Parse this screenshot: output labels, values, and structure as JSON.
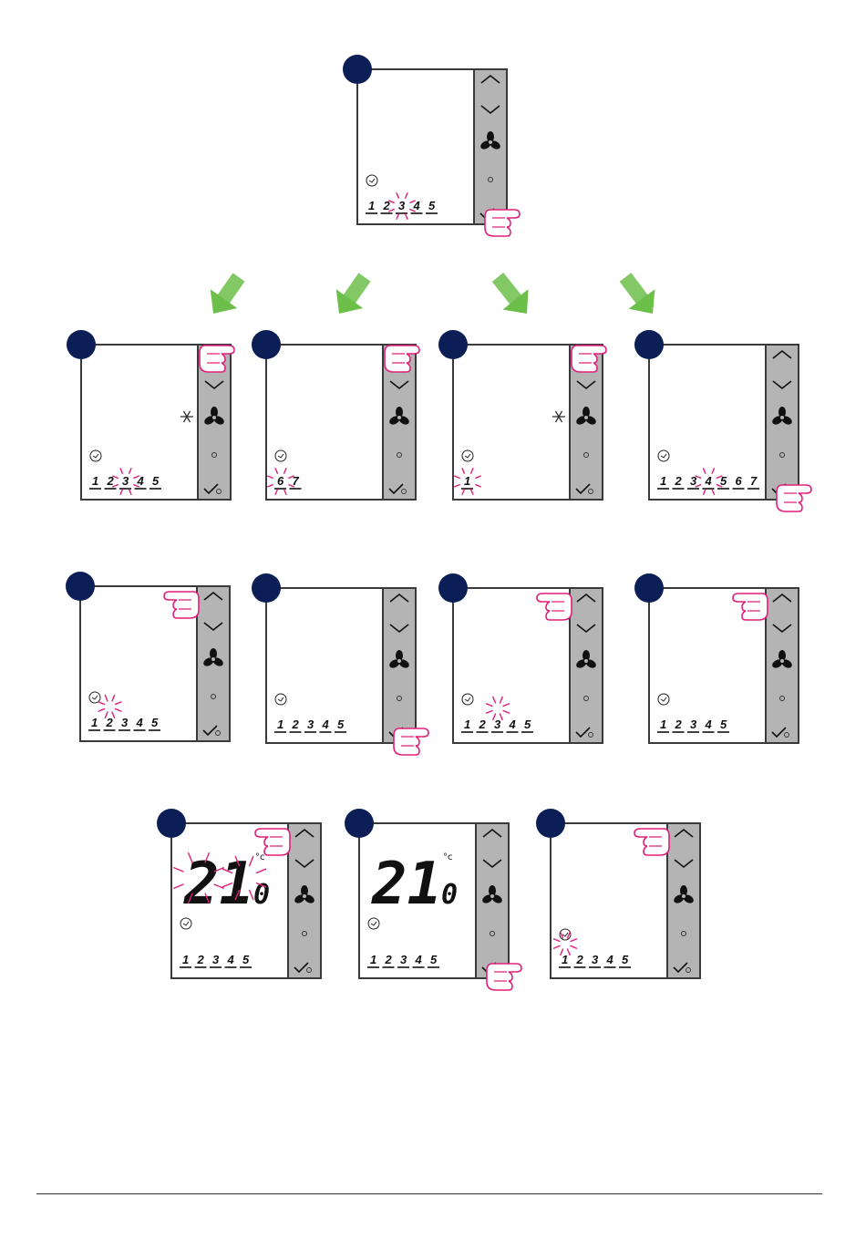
{
  "colors": {
    "panel_border": "#3a3a3a",
    "side_panel": "#b4b4b4",
    "step_badge": "#0b1f56",
    "blink": "#e0207a",
    "hand_stroke": "#e0207a",
    "arrow": "#6cc04a",
    "text": "#111111"
  },
  "icons": [
    "chevron-up-icon",
    "chevron-down-icon",
    "fan-icon",
    "small-circle-icon",
    "check-power-icon",
    "clock-icon",
    "snowflake-icon",
    "hand-pointer-icon",
    "green-arrow-icon"
  ],
  "devices": [
    {
      "id": "a",
      "days": [
        "1",
        "2",
        "3",
        "4",
        "5"
      ],
      "day_underlines": [
        true,
        true,
        true,
        true,
        true
      ],
      "blink_day_index": 2,
      "show_clock": true,
      "hand": "bottom",
      "snowflake": false,
      "temp": null
    },
    {
      "id": "b1",
      "days": [
        "1",
        "2",
        "3",
        "4",
        "5"
      ],
      "day_underlines": [
        true,
        true,
        true,
        true,
        true
      ],
      "blink_day_index": 2,
      "show_clock": true,
      "hand": "top",
      "snowflake": true,
      "temp": null
    },
    {
      "id": "b2",
      "days": [
        "6",
        "7"
      ],
      "day_underlines": [
        true,
        true
      ],
      "blink_day_index": 0,
      "show_clock": true,
      "hand": "top",
      "snowflake": false,
      "temp": null
    },
    {
      "id": "b3",
      "days": [
        "1"
      ],
      "day_underlines": [
        true
      ],
      "blink_day_index": 0,
      "show_clock": true,
      "hand": "top",
      "snowflake": true,
      "temp": null
    },
    {
      "id": "b4",
      "days": [
        "1",
        "2",
        "3",
        "4",
        "5",
        "6",
        "7"
      ],
      "day_underlines": [
        true,
        true,
        true,
        true,
        true,
        true,
        true
      ],
      "blink_day_index": 3,
      "show_clock": true,
      "hand": "bottom",
      "snowflake": false,
      "temp": null
    },
    {
      "id": "c1",
      "days": [
        "1",
        "2",
        "3",
        "4",
        "5"
      ],
      "day_underlines": [
        true,
        true,
        true,
        true,
        true
      ],
      "blink_day_index": -1,
      "blink_above_index": 1,
      "show_clock": true,
      "hand": "top-left",
      "snowflake": false,
      "temp": null
    },
    {
      "id": "c2",
      "days": [
        "1",
        "2",
        "3",
        "4",
        "5"
      ],
      "day_underlines": [
        true,
        true,
        true,
        true,
        true
      ],
      "blink_day_index": -1,
      "show_clock": true,
      "hand": "bottom",
      "snowflake": false,
      "temp": null
    },
    {
      "id": "c3",
      "days": [
        "1",
        "2",
        "3",
        "4",
        "5"
      ],
      "day_underlines": [
        true,
        true,
        true,
        true,
        true
      ],
      "blink_day_index": -1,
      "blink_above_index": 2,
      "show_clock": true,
      "hand": "top-left",
      "snowflake": false,
      "temp": null
    },
    {
      "id": "c4",
      "days": [
        "1",
        "2",
        "3",
        "4",
        "5"
      ],
      "day_underlines": [
        true,
        true,
        true,
        true,
        true
      ],
      "blink_day_index": -1,
      "show_clock": true,
      "hand": "top-left",
      "snowflake": false,
      "temp": null
    },
    {
      "id": "d1",
      "days": [
        "1",
        "2",
        "3",
        "4",
        "5"
      ],
      "day_underlines": [
        true,
        true,
        true,
        true,
        true
      ],
      "blink_day_index": -1,
      "show_clock": true,
      "hand": "top-left",
      "snowflake": false,
      "temp": {
        "whole": "21",
        "decimal": ".0",
        "unit": "°c",
        "blink": true
      }
    },
    {
      "id": "d2",
      "days": [
        "1",
        "2",
        "3",
        "4",
        "5"
      ],
      "day_underlines": [
        true,
        true,
        true,
        true,
        true
      ],
      "blink_day_index": -1,
      "show_clock": true,
      "hand": "bottom",
      "snowflake": false,
      "temp": {
        "whole": "21",
        "decimal": ".0",
        "unit": "°c",
        "blink": false
      }
    },
    {
      "id": "d3",
      "days": [
        "1",
        "2",
        "3",
        "4",
        "5"
      ],
      "day_underlines": [
        true,
        true,
        true,
        true,
        true
      ],
      "blink_day_index": -1,
      "blink_above_index": 0,
      "show_clock": true,
      "hand": "top-left",
      "snowflake": false,
      "temp": null
    }
  ]
}
